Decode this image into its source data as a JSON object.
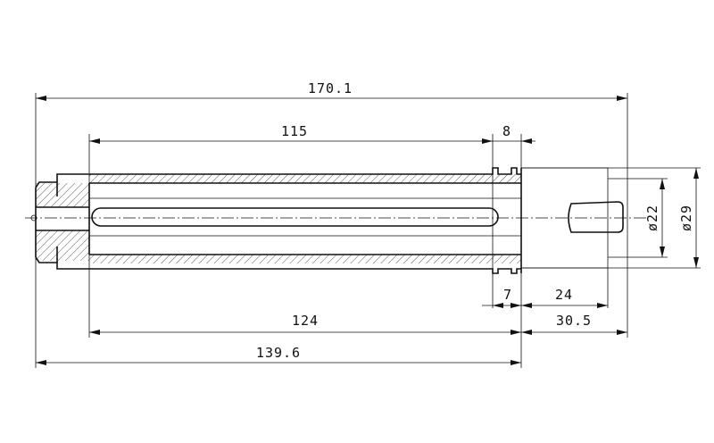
{
  "drawing": {
    "dimensions": {
      "overall_length": "170.1",
      "bore_depth": "115",
      "groove_offset": "8",
      "slot_length": "124",
      "body_length": "139.6",
      "groove_width": "7",
      "tail_length": "24",
      "tail_overall": "30.5",
      "diameter_small": "ø22",
      "diameter_large": "ø29"
    }
  }
}
